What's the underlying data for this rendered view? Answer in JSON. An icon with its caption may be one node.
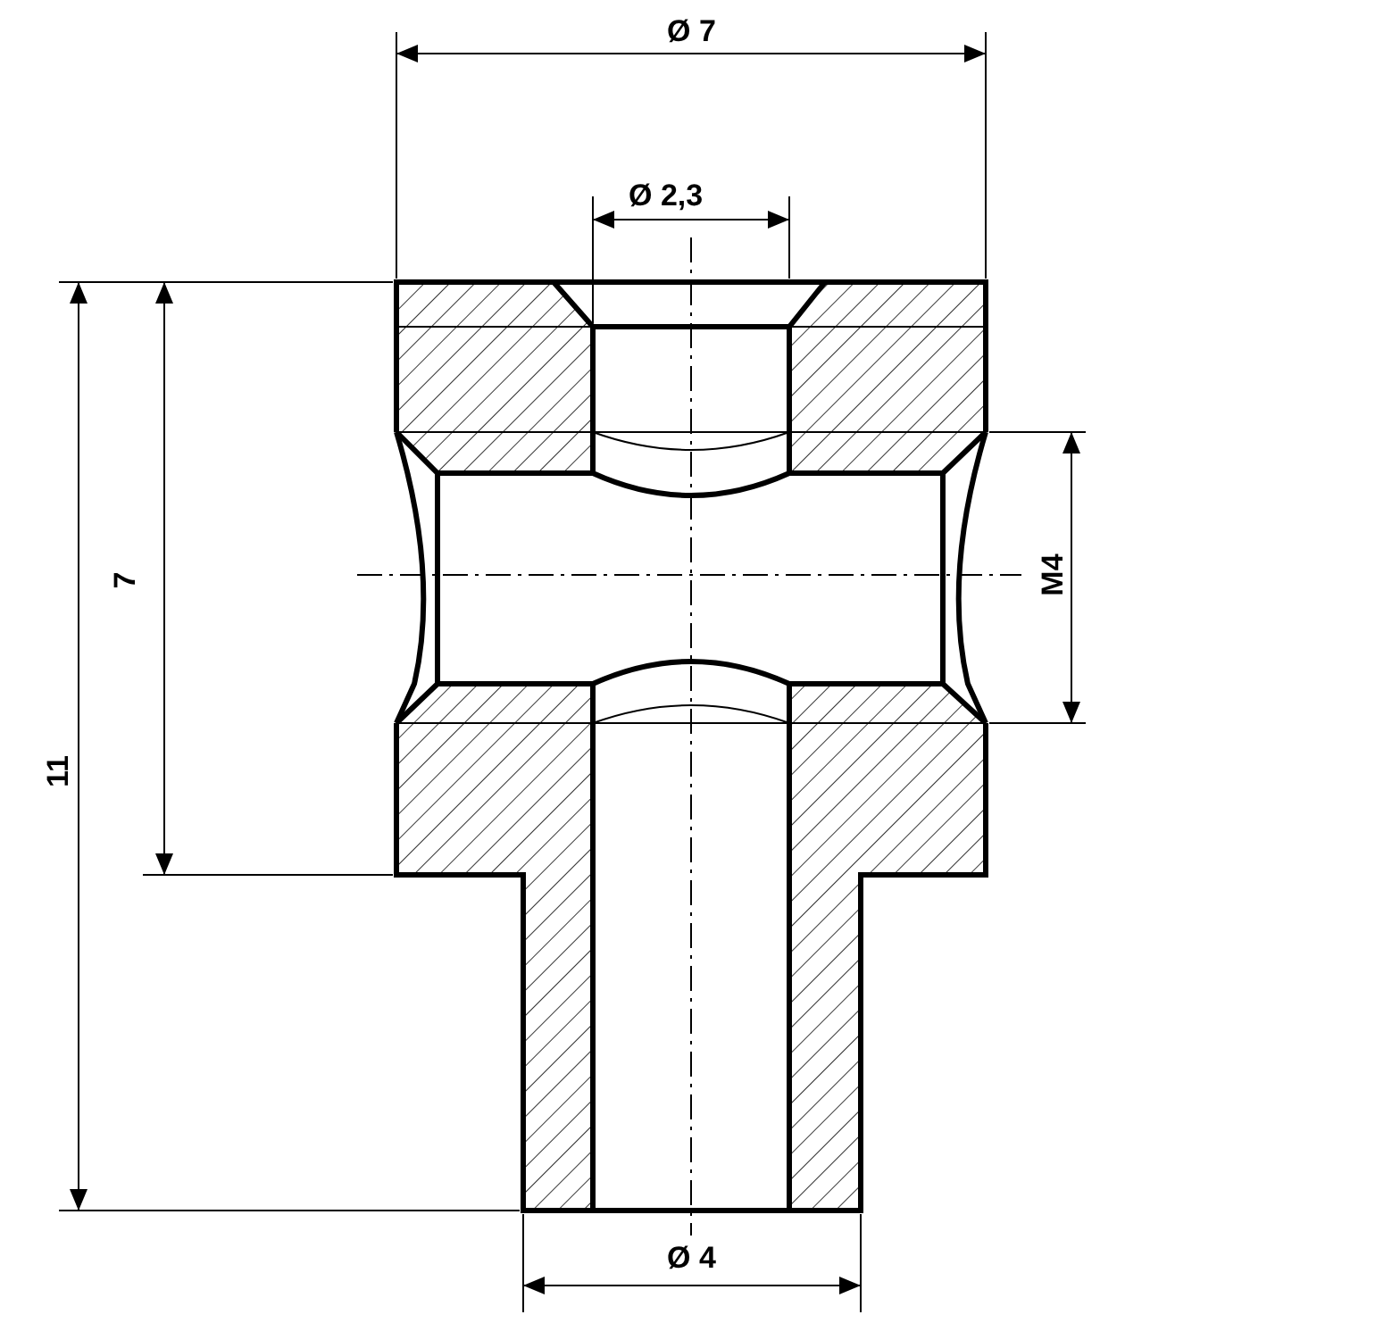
{
  "diagram": {
    "labels": [
      "Ø 7",
      "Ø 2,3",
      "7",
      "M4",
      "11",
      "Ø 4"
    ]
  }
}
